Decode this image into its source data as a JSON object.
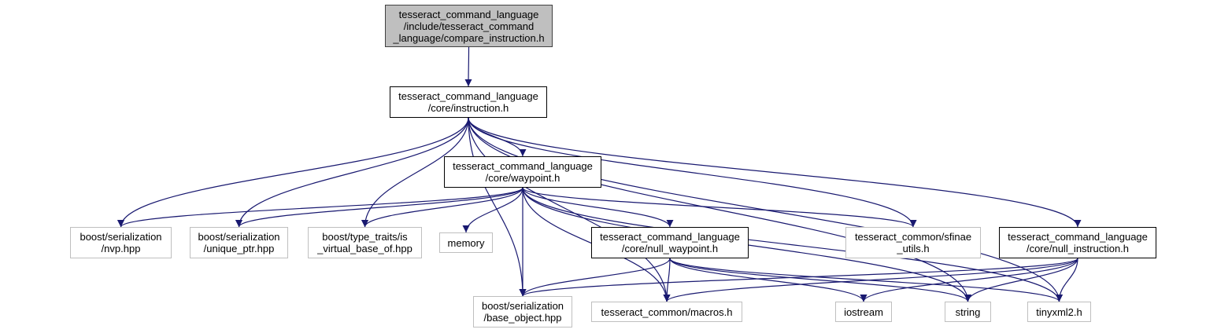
{
  "nodes": [
    {
      "id": "compare_instruction",
      "kind": "root",
      "lines": [
        "tesseract_command_language",
        "/include/tesseract_command",
        "_language/compare_instruction.h"
      ]
    },
    {
      "id": "instruction",
      "kind": "internal",
      "lines": [
        "tesseract_command_language",
        "/core/instruction.h"
      ]
    },
    {
      "id": "waypoint",
      "kind": "internal",
      "lines": [
        "tesseract_command_language",
        "/core/waypoint.h"
      ]
    },
    {
      "id": "nvp",
      "kind": "external",
      "lines": [
        "boost/serialization",
        "/nvp.hpp"
      ]
    },
    {
      "id": "unique_ptr",
      "kind": "external",
      "lines": [
        "boost/serialization",
        "/unique_ptr.hpp"
      ]
    },
    {
      "id": "is_virtual_base_of",
      "kind": "external",
      "lines": [
        "boost/type_traits/is",
        "_virtual_base_of.hpp"
      ]
    },
    {
      "id": "memory",
      "kind": "external",
      "lines": [
        "memory"
      ]
    },
    {
      "id": "null_waypoint",
      "kind": "internal",
      "lines": [
        "tesseract_command_language",
        "/core/null_waypoint.h"
      ]
    },
    {
      "id": "sfinae_utils",
      "kind": "external",
      "lines": [
        "tesseract_common/sfinae",
        "_utils.h"
      ]
    },
    {
      "id": "null_instruction",
      "kind": "internal",
      "lines": [
        "tesseract_command_language",
        "/core/null_instruction.h"
      ]
    },
    {
      "id": "base_object",
      "kind": "external",
      "lines": [
        "boost/serialization",
        "/base_object.hpp"
      ]
    },
    {
      "id": "macros",
      "kind": "external",
      "lines": [
        "tesseract_common/macros.h"
      ]
    },
    {
      "id": "iostream",
      "kind": "external",
      "lines": [
        "iostream"
      ]
    },
    {
      "id": "string",
      "kind": "external",
      "lines": [
        "string"
      ]
    },
    {
      "id": "tinyxml2",
      "kind": "external",
      "lines": [
        "tinyxml2.h"
      ]
    }
  ],
  "edges": [
    [
      "compare_instruction",
      "instruction"
    ],
    [
      "instruction",
      "waypoint"
    ],
    [
      "instruction",
      "nvp"
    ],
    [
      "instruction",
      "unique_ptr"
    ],
    [
      "instruction",
      "is_virtual_base_of"
    ],
    [
      "instruction",
      "sfinae_utils"
    ],
    [
      "instruction",
      "null_instruction"
    ],
    [
      "instruction",
      "base_object"
    ],
    [
      "instruction",
      "macros"
    ],
    [
      "instruction",
      "string"
    ],
    [
      "instruction",
      "tinyxml2"
    ],
    [
      "waypoint",
      "nvp"
    ],
    [
      "waypoint",
      "unique_ptr"
    ],
    [
      "waypoint",
      "is_virtual_base_of"
    ],
    [
      "waypoint",
      "memory"
    ],
    [
      "waypoint",
      "null_waypoint"
    ],
    [
      "waypoint",
      "sfinae_utils"
    ],
    [
      "waypoint",
      "base_object"
    ],
    [
      "waypoint",
      "macros"
    ],
    [
      "waypoint",
      "string"
    ],
    [
      "waypoint",
      "tinyxml2"
    ],
    [
      "null_waypoint",
      "base_object"
    ],
    [
      "null_waypoint",
      "macros"
    ],
    [
      "null_waypoint",
      "iostream"
    ],
    [
      "null_waypoint",
      "string"
    ],
    [
      "null_waypoint",
      "tinyxml2"
    ],
    [
      "null_instruction",
      "base_object"
    ],
    [
      "null_instruction",
      "macros"
    ],
    [
      "null_instruction",
      "iostream"
    ],
    [
      "null_instruction",
      "string"
    ],
    [
      "null_instruction",
      "tinyxml2"
    ]
  ],
  "colors": {
    "edge": "#191970",
    "root_fill": "#bfbfbf",
    "root_border": "#404040",
    "internal_border": "#000000",
    "external_border": "#bfbfbf"
  }
}
